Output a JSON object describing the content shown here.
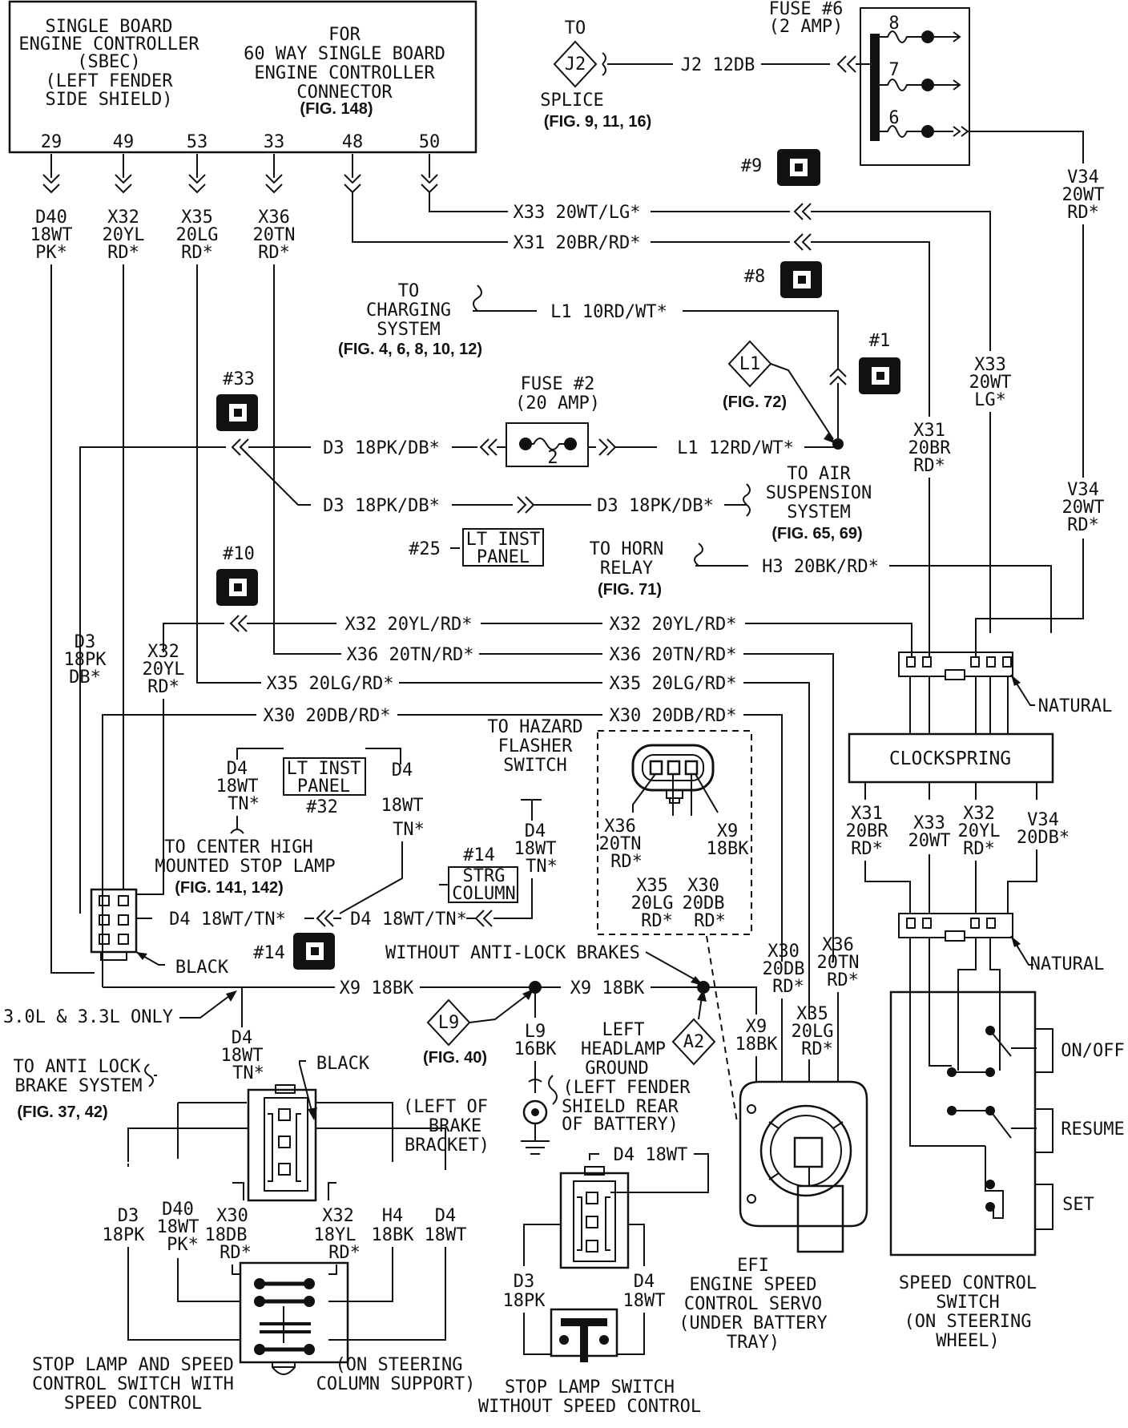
{
  "title": {
    "sbec": [
      "SINGLE BOARD",
      "ENGINE CONTROLLER",
      "(SBEC)",
      "(LEFT FENDER",
      "SIDE SHIELD)"
    ],
    "for60": [
      "FOR",
      "60 WAY SINGLE BOARD",
      "ENGINE CONTROLLER",
      "CONNECTOR"
    ],
    "fig148": "(FIG. 148)",
    "pins": [
      "29",
      "49",
      "53",
      "33",
      "48",
      "50"
    ]
  },
  "top_wires": [
    [
      "D40",
      "18WT",
      "PK*"
    ],
    [
      "X32",
      "20YL",
      "RD*"
    ],
    [
      "X35",
      "20LG",
      "RD*"
    ],
    [
      "X36",
      "20TN",
      "RD*"
    ]
  ],
  "splice": {
    "to": "TO",
    "id": "J2",
    "label": "SPLICE",
    "fig": "(FIG. 9, 11, 16)",
    "wire": "J2 12DB"
  },
  "fuse6": {
    "title": "FUSE #6",
    "amp": "(2 AMP)",
    "pins": [
      "8",
      "7",
      "6"
    ]
  },
  "connectors": {
    "c9": "#9",
    "c8": "#8",
    "c1": "#1",
    "c33": "#33",
    "c10": "#10",
    "c14": "#14",
    "c25": "#25",
    "c32": "#32",
    "c14b": "#14"
  },
  "labels": {
    "x33": "X33 20WT/LG*",
    "x31": "X31 20BR/RD*",
    "charging": [
      "TO",
      "CHARGING",
      "SYSTEM"
    ],
    "charging_fig": "(FIG. 4, 6, 8, 10, 12)",
    "l1_10": "L1 10RD/WT*",
    "l1_diamond": "L1",
    "fig72": "(FIG. 72)",
    "v34_top": [
      "V34",
      "20WT",
      "RD*"
    ],
    "x33_right": [
      "X33",
      "20WT",
      "LG*"
    ],
    "x31_right": [
      "X31",
      "20BR",
      "RD*"
    ],
    "v34_mid": [
      "V34",
      "20WT",
      "RD*"
    ],
    "fuse2": [
      "FUSE #2",
      "(20 AMP)"
    ],
    "fuse2_num": "2",
    "d3_1": "D3 18PK/DB*",
    "l1_12": "L1 12RD/WT*",
    "d3_2": "D3 18PK/DB*",
    "d3_3": "D3 18PK/DB*",
    "air": [
      "TO AIR",
      "SUSPENSION",
      "SYSTEM"
    ],
    "air_fig": "(FIG. 65, 69)",
    "lt_inst": [
      "LT INST",
      "PANEL"
    ],
    "horn": [
      "TO HORN",
      "RELAY"
    ],
    "horn_fig": "(FIG. 71)",
    "h3": "H3 20BK/RD*",
    "x32_a": "X32 20YL/RD*",
    "x32_b": "X32 20YL/RD*",
    "x36_a": "X36 20TN/RD*",
    "x36_b": "X36 20TN/RD*",
    "x35_a": "X35 20LG/RD*",
    "x35_b": "X35 20LG/RD*",
    "x30_a": "X30 20DB/RD*",
    "x30_b": "X30 20DB/RD*",
    "d3_left": [
      "D3",
      "18PK",
      "DB*"
    ],
    "x32_left": [
      "X32",
      "20YL",
      "RD*"
    ],
    "natural1": "NATURAL",
    "natural2": "NATURAL",
    "clockspring": "CLOCKSPRING",
    "cs_wires": [
      [
        "X31",
        "20BR",
        "RD*"
      ],
      [
        "X33",
        "20WT"
      ],
      [
        "X32",
        "20YL",
        "RD*"
      ],
      [
        "V34",
        "20DB*"
      ]
    ],
    "hazard": [
      "TO HAZARD",
      "FLASHER",
      "SWITCH"
    ],
    "d4_1": [
      "D4",
      "18WT",
      "TN*"
    ],
    "lt_inst2": [
      "LT INST",
      "PANEL"
    ],
    "d4_2": [
      "D4",
      "18WT",
      "TN*"
    ],
    "chmsl": [
      "TO CENTER HIGH",
      "MOUNTED STOP LAMP"
    ],
    "chmsl_fig": "(FIG. 141, 142)",
    "strg": [
      "STRG",
      "COLUMN"
    ],
    "d4_3": [
      "D4",
      "18WT",
      "TN*"
    ],
    "d4_a": "D4 18WT/TN*",
    "d4_b": "D4 18WT/TN*",
    "black1": "BLACK",
    "servo_conn": [
      [
        "X36",
        "20TN",
        "RD*"
      ],
      [
        "X9",
        "18BK"
      ],
      [
        "X35",
        "20LG",
        "RD*"
      ],
      [
        "X30",
        "20DB",
        "RD*"
      ]
    ],
    "without_abs": "WITHOUT ANTI-LOCK BRAKES",
    "x9_a": "X9 18BK",
    "x9_b": "X9 18BK",
    "x30_v": [
      "X30",
      "20DB",
      "RD*"
    ],
    "x36_v": [
      "X36",
      "20TN",
      "RD*"
    ],
    "x35_v": [
      "X35",
      "20LG",
      "RD*"
    ],
    "x9_v": [
      "X9",
      "18BK"
    ],
    "engine_only": "3.0L & 3.3L ONLY",
    "d4_left": [
      "D4",
      "18WT",
      "TN*"
    ],
    "l9": "L9",
    "fig40": "(FIG. 40)",
    "l9_wire": [
      "L9",
      "16BK"
    ],
    "a2": "A2",
    "headlamp": [
      "LEFT",
      "HEADLAMP",
      "GROUND",
      "(LEFT FENDER",
      "SHIELD REAR",
      "OF BATTERY)"
    ],
    "to_abs": [
      "TO ANTI LOCK",
      "BRAKE SYSTEM"
    ],
    "abs_fig": "(FIG. 37, 42)",
    "black2": "BLACK",
    "left_brake": [
      "(LEFT OF",
      "BRAKE",
      "BRACKET)"
    ],
    "sw_wires": [
      [
        "D3",
        "18PK"
      ],
      [
        "D40",
        "18WT",
        "PK*"
      ],
      [
        "X30",
        "18DB",
        "RD*"
      ],
      [
        "X32",
        "18YL",
        "RD*"
      ],
      [
        "H4",
        "18BK"
      ],
      [
        "D4",
        "18WT"
      ]
    ],
    "stop_sc": [
      "STOP LAMP AND SPEED",
      "CONTROL SWITCH WITH",
      "SPEED CONTROL"
    ],
    "steer_col": [
      "(ON STEERING",
      "COLUMN SUPPORT)"
    ],
    "d4_top": "D4 18WT",
    "sl_wires": [
      [
        "D3",
        "18PK"
      ],
      [
        "D4",
        "18WT"
      ]
    ],
    "stop_nosc": [
      "STOP LAMP SWITCH",
      "WITHOUT SPEED CONTROL"
    ],
    "servo": [
      "EFI",
      "ENGINE SPEED",
      "CONTROL SERVO",
      "(UNDER BATTERY",
      "TRAY)"
    ],
    "sc_switch": [
      "SPEED CONTROL",
      "SWITCH",
      "(ON STEERING",
      "WHEEL)"
    ],
    "on_off": "ON/OFF",
    "resume": "RESUME",
    "set": "SET"
  }
}
